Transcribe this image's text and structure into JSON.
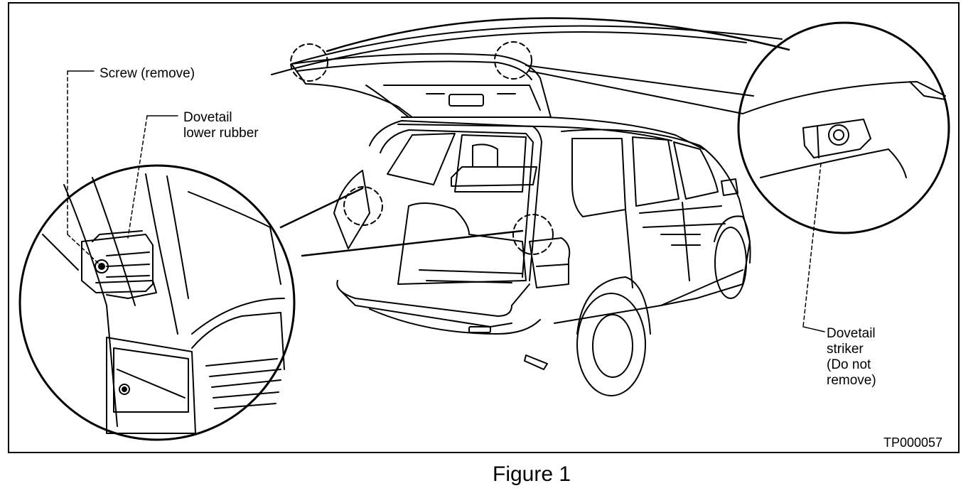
{
  "labels": {
    "screw": "Screw (remove)",
    "rubber": "Dovetail\nlower rubber",
    "striker": "Dovetail\nstriker\n(Do not\nremove)"
  },
  "figure_code": "TP000057",
  "caption": "Figure 1",
  "colors": {
    "ink": "#000000",
    "paper": "#ffffff"
  }
}
